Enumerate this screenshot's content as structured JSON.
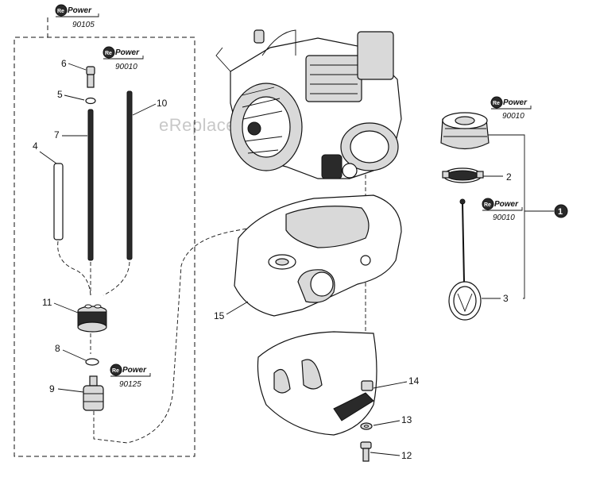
{
  "watermark": "eReplacementParts.com",
  "repower": {
    "brand": "Power",
    "mark": "Re"
  },
  "kit_codes": {
    "kit_90105": "90105",
    "kit_90010_top": "90010",
    "kit_90125": "90125",
    "kit_90010_cap": "90010",
    "kit_90010_strap": "90010"
  },
  "parts": {
    "p1": "1",
    "p2": "2",
    "p3": "3",
    "p4": "4",
    "p5": "5",
    "p6": "6",
    "p7": "7",
    "p8": "8",
    "p9": "9",
    "p10": "10",
    "p11": "11",
    "p12": "12",
    "p13": "13",
    "p14": "14",
    "p15": "15"
  }
}
